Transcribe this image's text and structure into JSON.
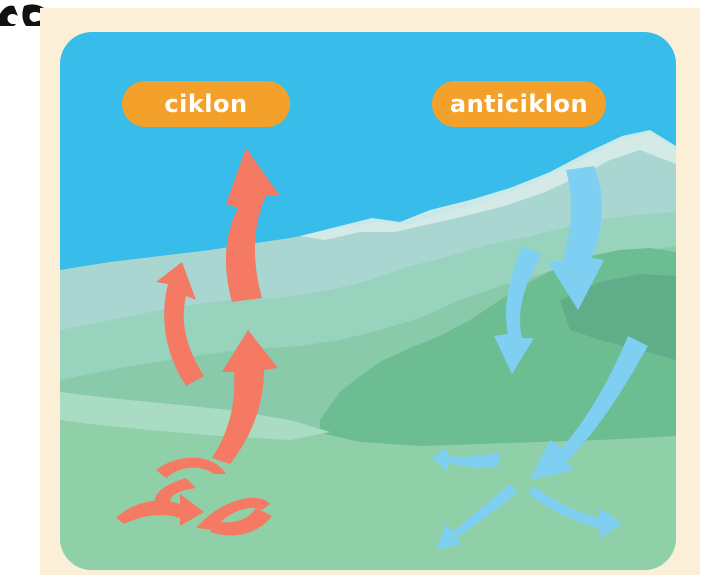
{
  "labels": {
    "cyclone": "ciklon",
    "anticyclone": "anticiklon"
  },
  "colors": {
    "sky": "#38bdea",
    "mountain_far": "#a9d6d0",
    "hills_mid": "#98d3bd",
    "forest": "#6dbd93",
    "ground": "#8fd0a8",
    "label_bg": "#f3a12a",
    "cyclone_arrow": "#f47a63",
    "anticyclone_arrow": "#7fcff2",
    "frame": "#fbefd8"
  },
  "icons": {
    "cyclone_arrows": "rising-air-arrows",
    "anticyclone_arrows": "sinking-air-arrows"
  }
}
